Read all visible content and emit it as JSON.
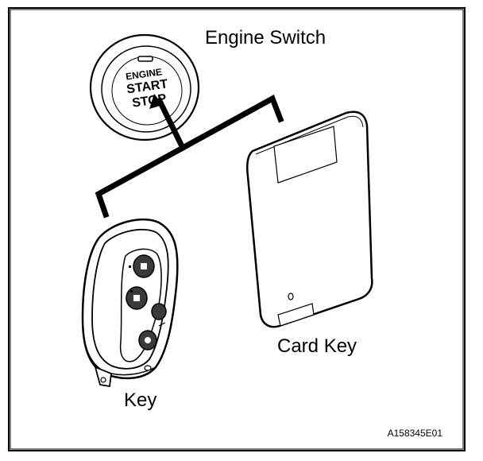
{
  "labels": {
    "engine_switch": "Engine Switch",
    "card_key": "Card Key",
    "key": "Key",
    "figure_code": "A158345E01"
  },
  "button_text": {
    "line1": "ENGINE",
    "line2": "START",
    "line3": "STOP"
  },
  "colors": {
    "ink": "#000000",
    "paper": "#ffffff",
    "shade": "#e6e6e6",
    "button_fill": "#3a3a3a"
  }
}
